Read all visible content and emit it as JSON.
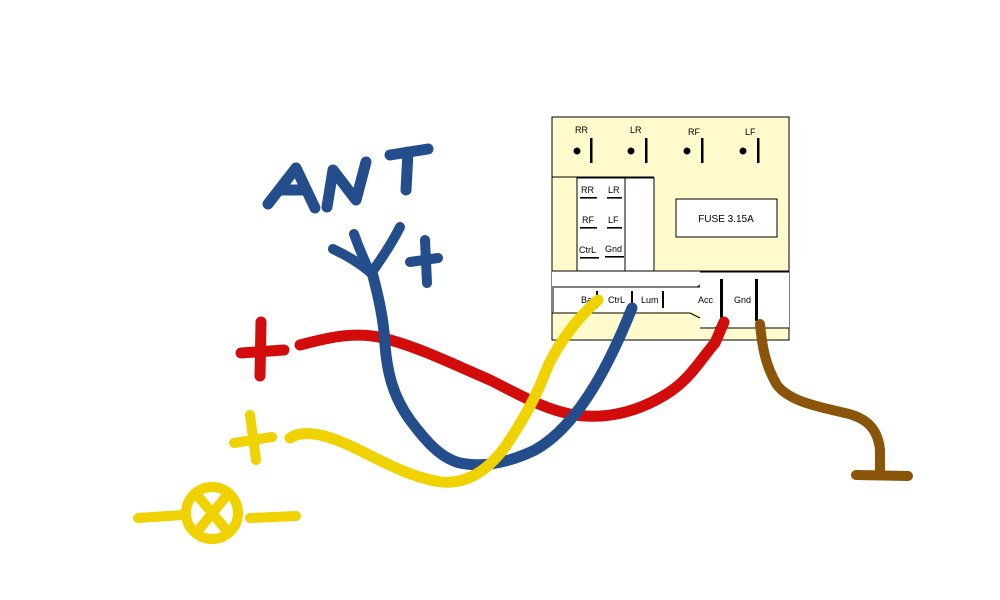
{
  "speakers": {
    "rr": "RR",
    "lr": "LR",
    "rf": "RF",
    "lf": "LF"
  },
  "inner_panel": {
    "rr": "RR",
    "lr": "LR",
    "rf": "RF",
    "lf": "LF",
    "ctrl": "CtrL",
    "gnd": "Gnd"
  },
  "fuse": "FUSE 3.15A",
  "terminals": {
    "bat": "Bat",
    "ctrl": "CtrL",
    "lum": "Lum",
    "acc": "Acc",
    "gnd": "Gnd"
  },
  "handwritten": {
    "ant": "ANT"
  },
  "colors": {
    "panel_fill": "#fffbcc",
    "wire_blue": "#244d8c",
    "wire_red": "#d20b0b",
    "wire_yellow": "#efd200",
    "wire_brown": "#8a5508"
  }
}
